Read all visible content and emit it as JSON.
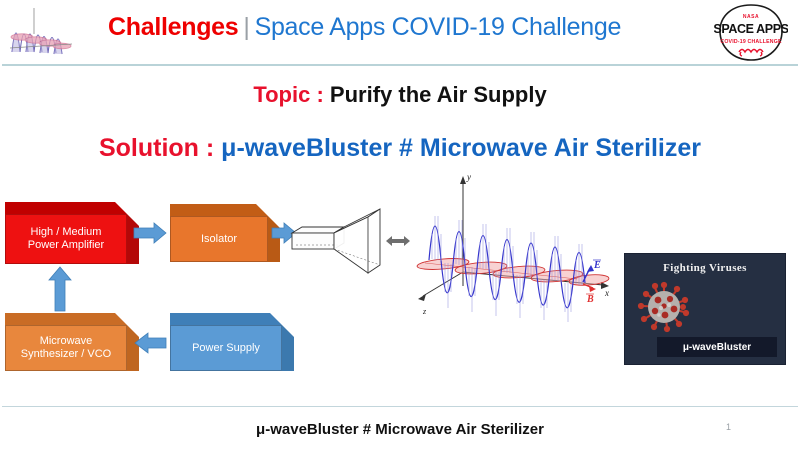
{
  "header": {
    "logo_icon": "em-wave-logo-icon",
    "title_primary": "Challenges",
    "title_separator": "|",
    "title_secondary": "Space Apps COVID-19 Challenge",
    "primary_color": "#ee0000",
    "secondary_color": "#1f77d0",
    "badge": {
      "icon": "nasa-space-apps-logo-icon",
      "line1": "NASA",
      "line2": "SPACE APPS",
      "line3": "COVID-19 CHALLENGE"
    }
  },
  "topic": {
    "label": "Topic :",
    "value": "Purify the Air Supply",
    "label_color": "#e8112d",
    "value_color": "#111111"
  },
  "solution": {
    "label": "Solution :",
    "value": "μ-waveBluster # Microwave Air Sterilizer",
    "label_color": "#e8112d",
    "value_color": "#1565c0"
  },
  "block_diagram": {
    "blocks": [
      {
        "id": "power-amplifier",
        "label": "High / Medium\nPower Amplifier",
        "line1": "High / Medium",
        "line2": "Power Amplifier",
        "color": "#ee1111",
        "top_color": "#c00000",
        "side_color": "#b40808"
      },
      {
        "id": "isolator",
        "label": "Isolator",
        "line1": "Isolator",
        "line2": "",
        "color": "#e8762c",
        "top_color": "#c25d16",
        "side_color": "#b95a15"
      },
      {
        "id": "microwave-synthesizer",
        "label": "Microwave\nSynthesizer / VCO",
        "line1": "Microwave",
        "line2": "Synthesizer / VCO",
        "color": "#e8873d",
        "top_color": "#c96c25",
        "side_color": "#bf6620"
      },
      {
        "id": "power-supply",
        "label": "Power Supply",
        "line1": "Power Supply",
        "line2": "",
        "color": "#5b9bd5",
        "top_color": "#3f7fb8",
        "side_color": "#3c79ae"
      }
    ],
    "arrow_color": "#5b9bd5",
    "arrows": [
      {
        "id": "amplifier-to-isolator",
        "direction": "right"
      },
      {
        "id": "isolator-to-antenna",
        "direction": "right"
      },
      {
        "id": "power-supply-to-synthesizer",
        "direction": "left"
      },
      {
        "id": "synthesizer-to-amplifier",
        "direction": "up"
      }
    ]
  },
  "antenna": {
    "icon": "horn-antenna-icon",
    "radiation_arrow_icon": "double-headed-arrow-icon"
  },
  "em_wave": {
    "icon": "electromagnetic-wave-diagram-icon",
    "axis_y": "y",
    "axis_x": "x",
    "axis_z": "z",
    "vector_e": "E",
    "vector_b": "B",
    "e_color": "#3333cc",
    "b_color": "#e03030"
  },
  "virus_card": {
    "title": "Fighting Viruses",
    "icon": "coronavirus-icon",
    "label": "μ-waveBluster",
    "background_color": "#252f42",
    "label_background_color": "#13192a"
  },
  "footer": {
    "title": "μ-waveBluster # Microwave Air Sterilizer",
    "page_number": "1"
  }
}
